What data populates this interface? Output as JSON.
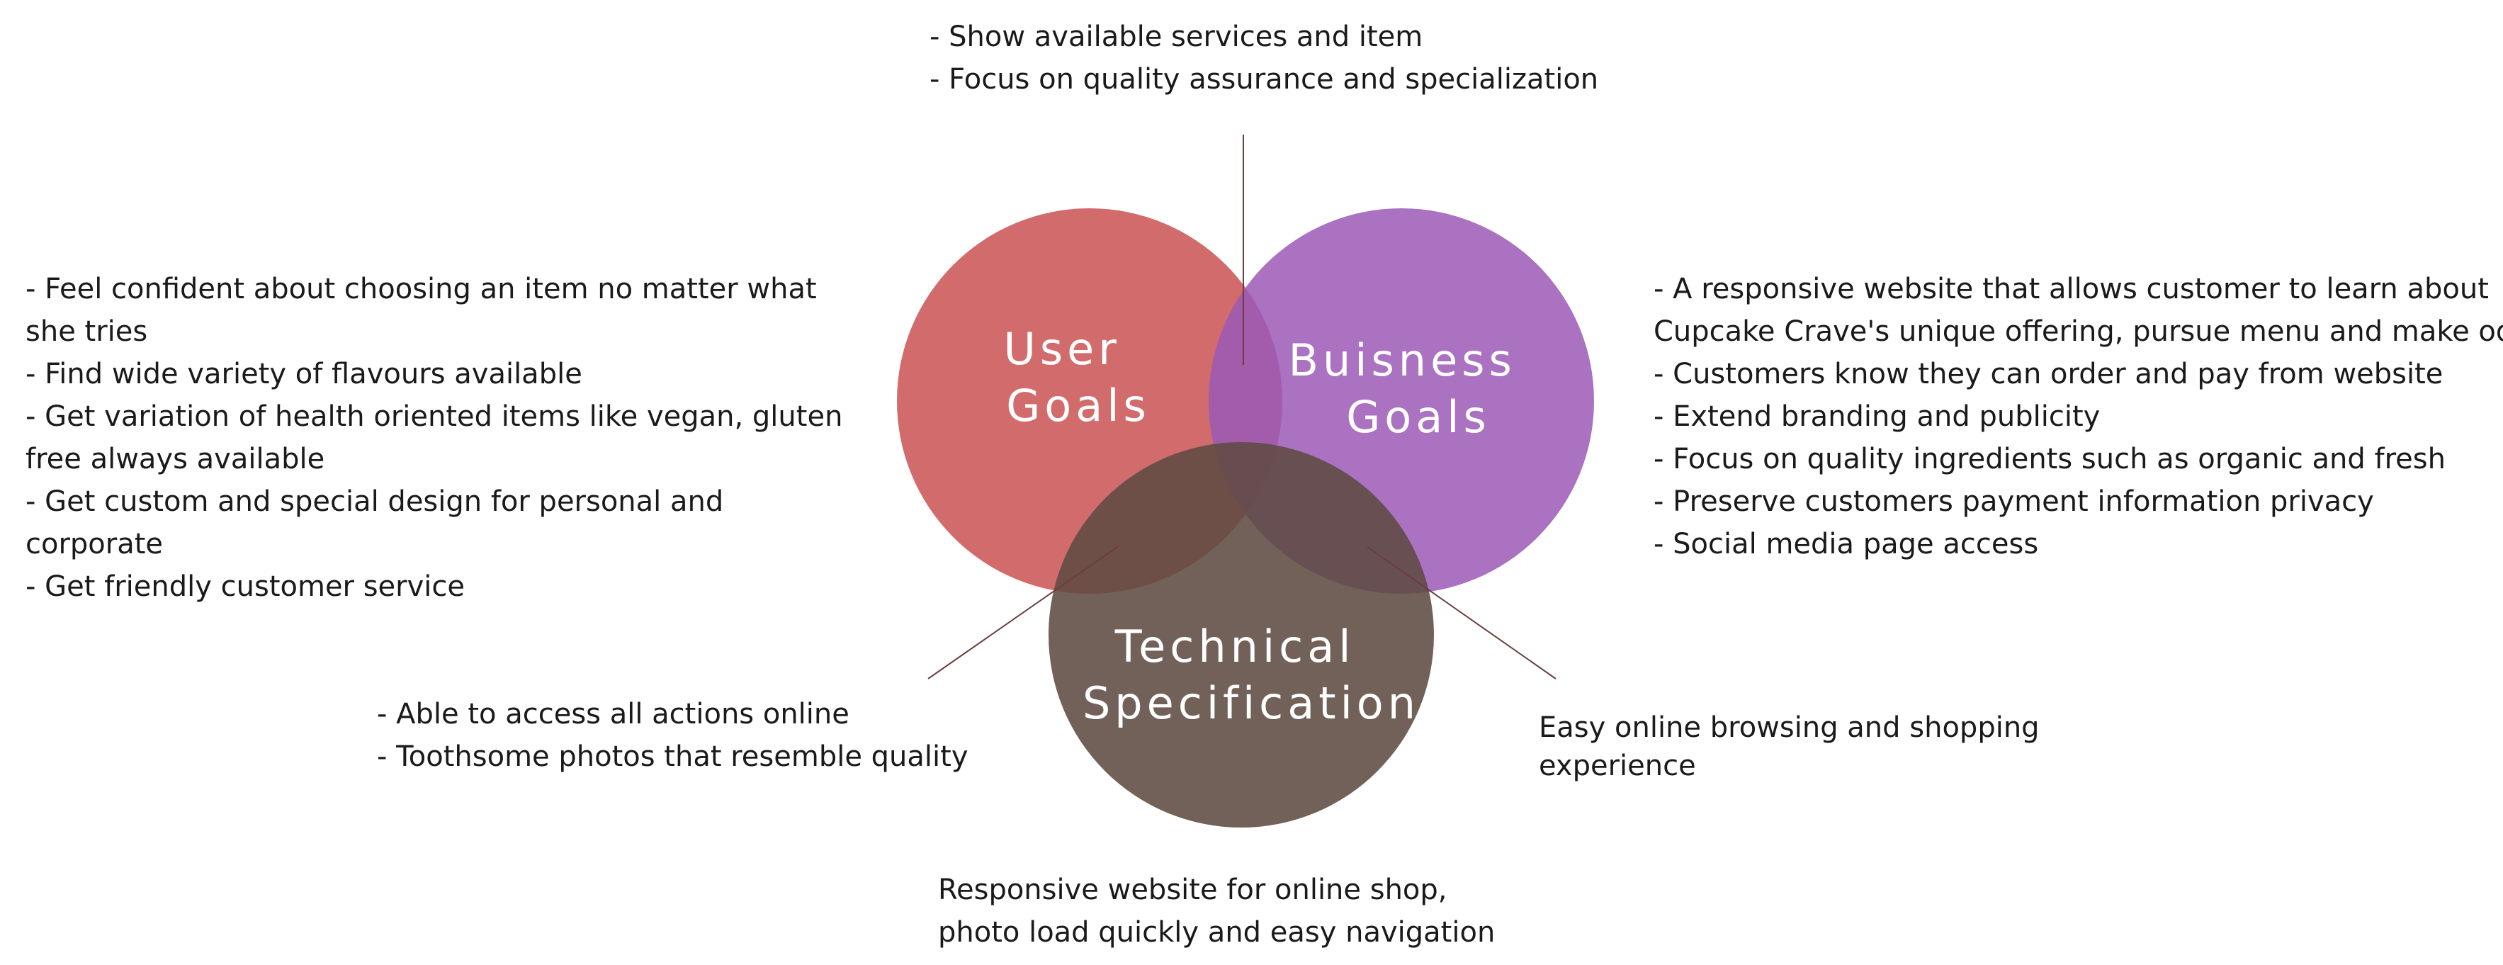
{
  "colors": {
    "user": "#cd5c5c",
    "business": "#9b59b6",
    "technical": "#5e4b42",
    "connector": "#6b3f3f",
    "text": "#1a1a1a"
  },
  "circles": {
    "user": {
      "label_lines": [
        "User",
        "Goals"
      ]
    },
    "business": {
      "label_lines": [
        "Buisness",
        "Goals"
      ]
    },
    "technical": {
      "label_lines": [
        "Technical",
        "Specification"
      ]
    }
  },
  "notes": {
    "top": [
      "- Show available services and item",
      "- Focus on quality assurance and specialization"
    ],
    "left": [
      "- Feel confident about choosing an item no matter what she tries",
      "- Find wide variety of flavours available",
      "- Get variation of health oriented items like vegan, gluten free always available",
      "- Get custom and special design for personal and corporate",
      "- Get friendly customer service"
    ],
    "right": [
      "- A responsive website that allows customer to learn about",
      "Cupcake Crave's unique offering, pursue menu and make oder",
      "- Customers know they can order and pay from website",
      "- Extend branding and publicity",
      "- Focus on quality ingredients such as organic and fresh",
      "- Preserve customers payment information privacy",
      "- Social media page access"
    ],
    "bottom_left": [
      "- Able to access all actions online",
      "- Toothsome photos that resemble quality"
    ],
    "bottom_right": [
      "Easy online browsing and shopping",
      "experience"
    ],
    "bottom": [
      "Responsive website for online shop,",
      "photo load quickly and easy navigation"
    ]
  }
}
